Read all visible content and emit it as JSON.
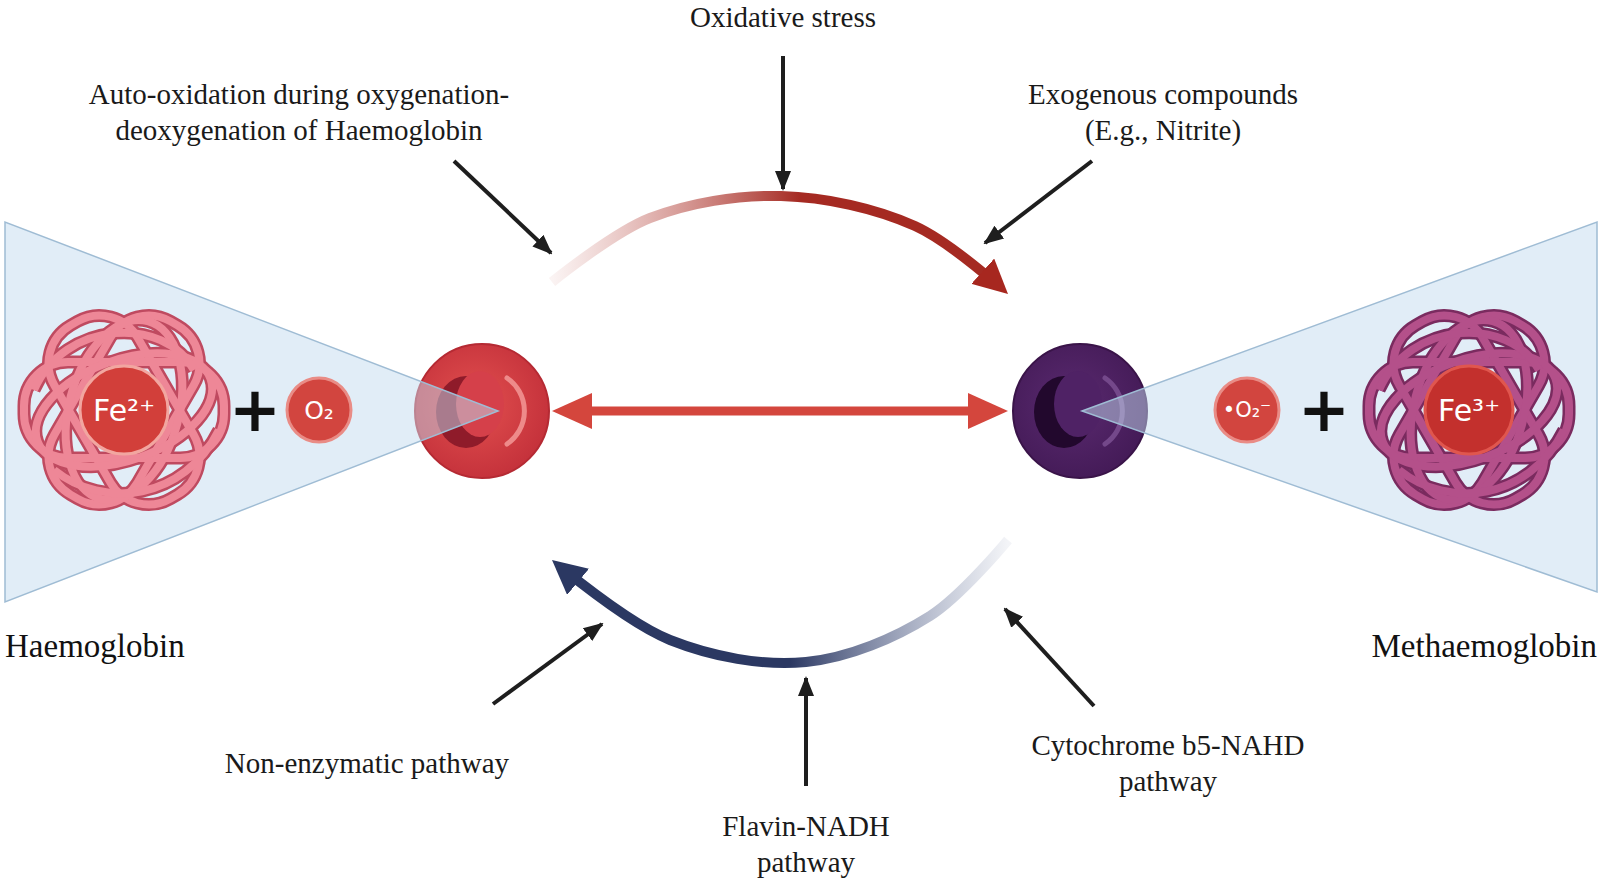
{
  "diagram": {
    "nodes": [
      {
        "text": [
          "Haemoglobin"
        ]
      },
      {
        "text": [
          "Fe²⁺"
        ],
        "in": 0
      },
      {
        "text": [
          "O₂"
        ],
        "in": 0
      },
      {
        "text": [
          "Methaemoglobin"
        ]
      },
      {
        "text": [
          "•O₂⁻"
        ],
        "in": 3
      },
      {
        "text": [
          "Fe³⁺"
        ],
        "in": 3
      }
    ],
    "edges": [
      {
        "from": 0,
        "to": 3,
        "arrow": "to"
      },
      {
        "from": 0,
        "to": 3,
        "arrow": "both"
      },
      {
        "from": 3,
        "to": 0,
        "arrow": "to"
      }
    ],
    "labels": [
      "Oxidative stress",
      "Auto-oxidation during oxygenation-deoxygenation of Haemoglobin",
      "Exogenous compounds (E.g., Nitrite)",
      "+",
      "+",
      "Non-enzymatic pathway",
      "Flavin-NADH pathway",
      "Cytochrome b5-NAHD pathway"
    ]
  }
}
